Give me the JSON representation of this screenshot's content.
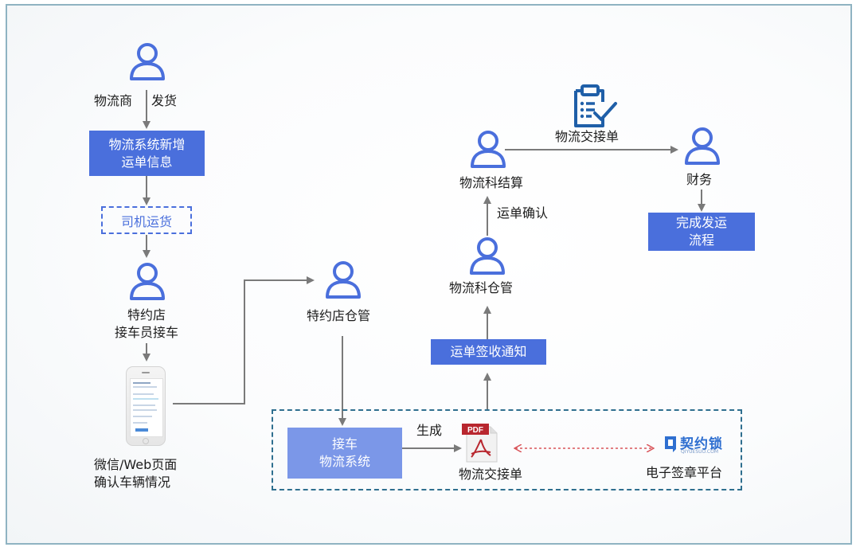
{
  "diagram": {
    "title": "物流发运与交接流程",
    "nodes": {
      "logistics_provider": "物流商",
      "ship_label": "发货",
      "system_new_waybill": [
        "物流系统新增",
        "运单信息"
      ],
      "driver_transport": "司机运货",
      "dealer_receiver": [
        "特约店",
        "接车员接车"
      ],
      "wechat_web_confirm": [
        "微信/Web页面",
        "确认车辆情况"
      ],
      "dealer_warehouse": "特约店仓管",
      "pickup_system": [
        "接车",
        "物流系统"
      ],
      "generate_label": "生成",
      "handover_pdf": "物流交接单",
      "esign_platform": "电子签章平台",
      "esign_brand": "契约锁",
      "esign_brand_url": "QIYUESUO.COM",
      "waybill_notice": "运单签收通知",
      "logistics_warehouse": "物流科仓管",
      "waybill_confirm": "运单确认",
      "logistics_settlement": "物流科结算",
      "handover_doc_label": "物流交接单",
      "finance": "财务",
      "complete_flow": [
        "完成发运",
        "流程"
      ]
    },
    "icons": {
      "person": "person-icon",
      "phone": "smartphone-mockup",
      "pdf": "pdf-file-icon",
      "clipboard": "clipboard-check-icon",
      "brand": "qiyuesuo-logo"
    },
    "colors": {
      "primary_box": "#4a6fdc",
      "light_box": "#7b97e8",
      "icon_blue": "#4a6fdc",
      "clipboard_blue": "#1f5fa8",
      "arrow_gray": "#7a7a7a",
      "group_border": "#2f6f8f",
      "frame_border": "#8fb3c2",
      "esign_arrow": "#d9545a"
    }
  }
}
